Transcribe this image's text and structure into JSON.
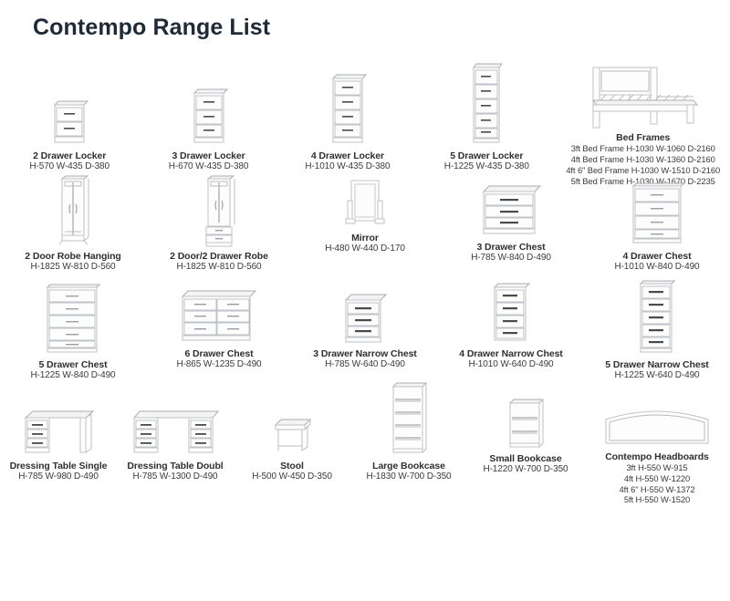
{
  "page": {
    "title": "Contempo Range List",
    "background": "#ffffff",
    "title_color": "#1f2a37"
  },
  "rows": [
    {
      "id": "row-lockers-beds",
      "items": [
        {
          "name": "2 Drawer Locker",
          "dims": "H-570 W-435 D-380",
          "icon": "locker-2-drawer-icon",
          "drawers": 2
        },
        {
          "name": "3 Drawer Locker",
          "dims": "H-670 W-435 D-380",
          "icon": "locker-3-drawer-icon",
          "drawers": 3
        },
        {
          "name": "4 Drawer Locker",
          "dims": "H-1010 W-435 D-380",
          "icon": "locker-4-drawer-icon",
          "drawers": 4
        },
        {
          "name": "5 Drawer Locker",
          "dims": "H-1225 W-435 D-380",
          "icon": "locker-5-drawer-icon",
          "drawers": 5
        },
        {
          "name": "Bed Frames",
          "icon": "bed-frame-icon",
          "dims_multi": [
            "3ft Bed Frame H-1030 W-1060 D-2160",
            "4ft Bed Frame H-1030 W-1360 D-2160",
            "4ft 6\" Bed Frame H-1030 W-1510 D-2160",
            "5ft Bed Frame H-1030 W-1670 D-2235"
          ]
        }
      ]
    },
    {
      "id": "row-robes-mirror-chests",
      "items": [
        {
          "name": "2 Door Robe Hanging",
          "dims": "H-1825 W-810 D-560",
          "icon": "robe-2-door-icon"
        },
        {
          "name": "2 Door/2 Drawer Robe",
          "dims": "H-1825 W-810 D-560",
          "icon": "robe-2-door-2-drawer-icon"
        },
        {
          "name": "Mirror",
          "dims": "H-480 W-440 D-170",
          "icon": "mirror-icon"
        },
        {
          "name": "3 Drawer Chest",
          "dims": "H-785 W-840 D-490",
          "icon": "chest-3-drawer-icon",
          "drawers": 3
        },
        {
          "name": "4 Drawer Chest",
          "dims": "H-1010 W-840 D-490",
          "icon": "chest-4-drawer-icon",
          "drawers": 4
        }
      ]
    },
    {
      "id": "row-chests-narrow",
      "items": [
        {
          "name": "5 Drawer Chest",
          "dims": "H-1225 W-840 D-490",
          "icon": "chest-5-drawer-icon",
          "drawers": 5
        },
        {
          "name": "6 Drawer Chest",
          "dims": "H-865 W-1235 D-490",
          "icon": "chest-6-drawer-icon",
          "drawers": 6
        },
        {
          "name": "3 Drawer Narrow Chest",
          "dims": "H-785 W-640 D-490",
          "icon": "narrow-chest-3-drawer-icon",
          "drawers": 3
        },
        {
          "name": "4 Drawer Narrow Chest",
          "dims": "H-1010 W-640 D-490",
          "icon": "narrow-chest-4-drawer-icon",
          "drawers": 4
        },
        {
          "name": "5 Drawer Narrow Chest",
          "dims": "H-1225 W-640 D-490",
          "icon": "narrow-chest-5-drawer-icon",
          "drawers": 5
        }
      ]
    },
    {
      "id": "row-tables-bookcases-headboards",
      "items": [
        {
          "name": "Dressing Table Single",
          "dims": "H-785 W-980 D-490",
          "icon": "dressing-table-single-icon"
        },
        {
          "name": "Dressing Table Doubl",
          "dims": "H-785 W-1300 D-490",
          "icon": "dressing-table-double-icon"
        },
        {
          "name": "Stool",
          "dims": "H-500 W-450 D-350",
          "icon": "stool-icon"
        },
        {
          "name": "Large Bookcase",
          "dims": "H-1830 W-700 D-350",
          "icon": "bookcase-large-icon"
        },
        {
          "name": "Small Bookcase",
          "dims": "H-1220 W-700 D-350",
          "icon": "bookcase-small-icon"
        },
        {
          "name": "Contempo Headboards",
          "icon": "headboard-icon",
          "dims_multi": [
            "3ft H-550 W-915",
            "4ft H-550 W-1220",
            "4ft 6\" H-550 W-1372",
            "5ft H-550 W-1520"
          ]
        }
      ]
    }
  ]
}
